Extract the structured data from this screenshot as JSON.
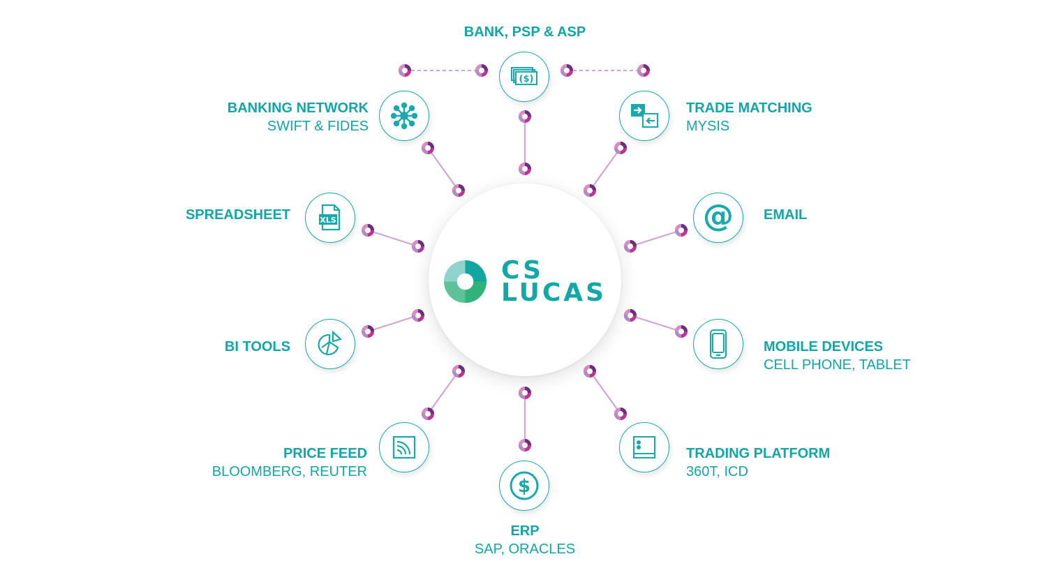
{
  "hub": {
    "line1": "CS",
    "line2": "LUCAS"
  },
  "colors": {
    "teal": "#17a9ad",
    "magenta": "#c2338f",
    "purple": "#6b2d86",
    "link": "#cfa6d3",
    "logo_green": "#2fb37a"
  },
  "nodes": [
    {
      "id": "bank",
      "title": "BANK, PSP & ASP",
      "subtitle": "",
      "icon": "banknotes-icon"
    },
    {
      "id": "banking-network",
      "title": "BANKING NETWORK",
      "subtitle": "SWIFT & FIDES",
      "icon": "network-hub-icon"
    },
    {
      "id": "trade-matching",
      "title": "TRADE MATCHING",
      "subtitle": "MYSIS",
      "icon": "exchange-arrows-icon"
    },
    {
      "id": "spreadsheet",
      "title": "SPREADSHEET",
      "subtitle": "",
      "icon": "xls-file-icon",
      "icon_text": "XLS"
    },
    {
      "id": "email",
      "title": "EMAIL",
      "subtitle": "",
      "icon": "at-sign-icon",
      "icon_text": "@"
    },
    {
      "id": "bi-tools",
      "title": "BI TOOLS",
      "subtitle": "",
      "icon": "pie-chart-icon"
    },
    {
      "id": "mobile",
      "title": "MOBILE DEVICES",
      "subtitle": "CELL PHONE, TABLET",
      "icon": "smartphone-icon"
    },
    {
      "id": "price-feed",
      "title": "PRICE FEED",
      "subtitle": "BLOOMBERG, REUTER",
      "icon": "rss-feed-icon"
    },
    {
      "id": "trading-platform",
      "title": "TRADING PLATFORM",
      "subtitle": "360T, ICD",
      "icon": "server-panel-icon"
    },
    {
      "id": "erp",
      "title": "ERP",
      "subtitle": "SAP, ORACLES",
      "icon": "dollar-coin-icon",
      "icon_text": "$"
    }
  ]
}
